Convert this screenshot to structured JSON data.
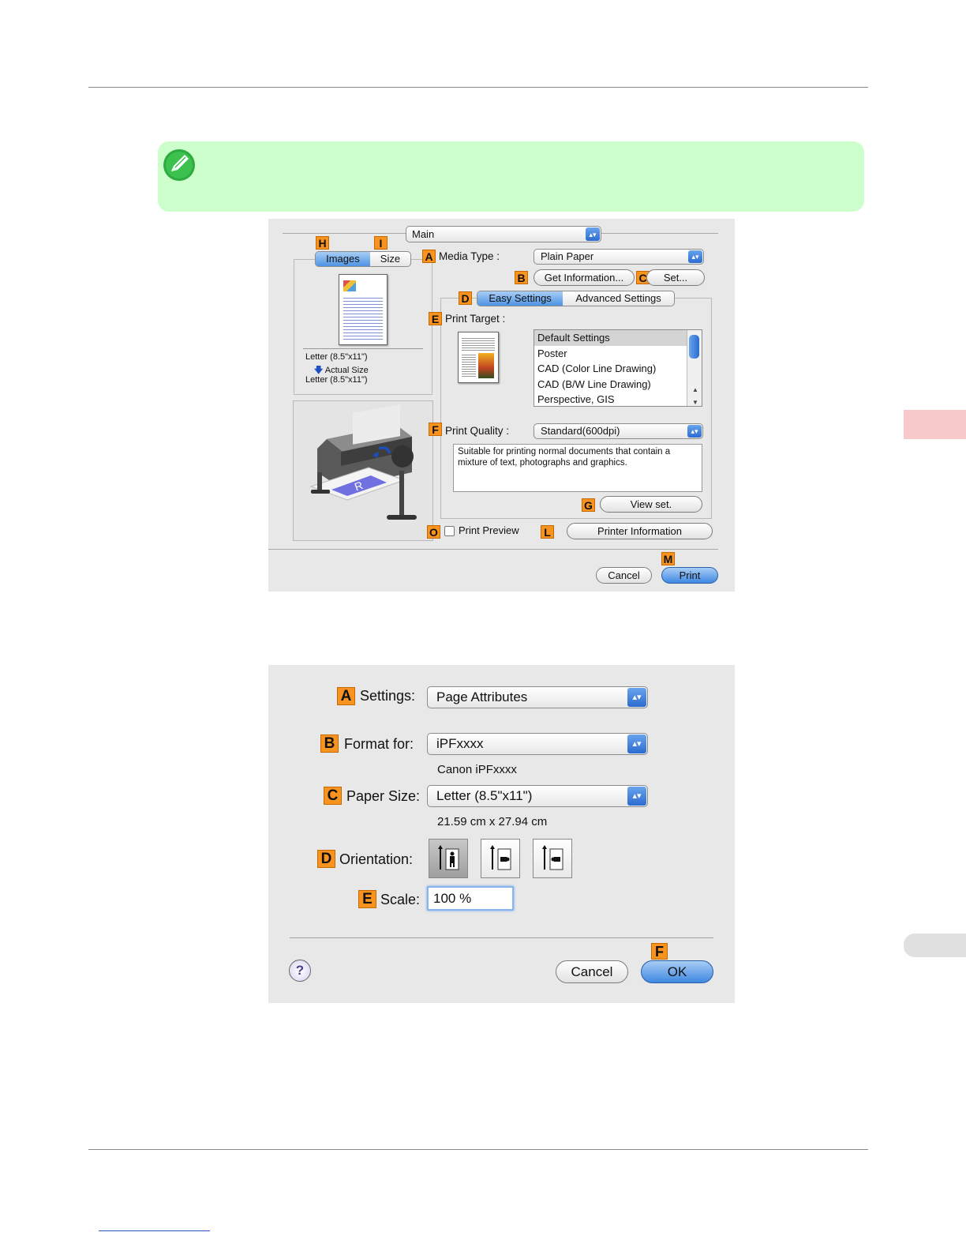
{
  "dialog1": {
    "labels": {
      "A": "A",
      "B": "B",
      "C": "C",
      "D": "D",
      "E": "E",
      "F": "F",
      "G": "G",
      "H": "H",
      "I": "I",
      "L": "L",
      "M": "M",
      "O": "O"
    },
    "panel_popup": "Main",
    "preview_tabs": [
      "Images",
      "Size"
    ],
    "preview_size_top": "Letter (8.5\"x11\")",
    "preview_scale": "Actual Size",
    "preview_size_bottom": "Letter (8.5\"x11\")",
    "media_type_label": "Media Type :",
    "media_type_value": "Plain Paper",
    "get_information_button": "Get Information...",
    "set_button": "Set...",
    "settings_tabs": [
      "Easy Settings",
      "Advanced Settings"
    ],
    "print_target_label": "Print Target :",
    "print_target_items": [
      "Default Settings",
      "Poster",
      "CAD (Color Line Drawing)",
      "CAD (B/W Line Drawing)",
      "Perspective, GIS"
    ],
    "print_quality_label": "Print Quality :",
    "print_quality_value": "Standard(600dpi)",
    "quality_description": "Suitable for printing normal documents that contain a mixture of text, photographs and graphics.",
    "view_set_button": "View set.",
    "print_preview_label": "Print Preview",
    "printer_information_button": "Printer Information",
    "cancel_button": "Cancel",
    "print_button": "Print"
  },
  "dialog2": {
    "labels": {
      "A": "A",
      "B": "B",
      "C": "C",
      "D": "D",
      "E": "E",
      "F": "F"
    },
    "settings_label": "Settings:",
    "settings_value": "Page Attributes",
    "format_for_label": "Format for:",
    "format_for_value": "iPFxxxx",
    "format_for_sub": "Canon iPFxxxx",
    "paper_size_label": "Paper Size:",
    "paper_size_value": "Letter (8.5\"x11\")",
    "paper_size_sub": "21.59 cm x 27.94 cm",
    "orientation_label": "Orientation:",
    "scale_label": "Scale:",
    "scale_value": "100 %",
    "help_glyph": "?",
    "cancel_button": "Cancel",
    "ok_button": "OK"
  },
  "colors": {
    "note_bg": "#ccffcc",
    "callout": "#f7931e",
    "side_tab": "#f7c9c9",
    "accent_blue": "#3f88e1"
  },
  "icons": [
    "pencil-note-icon",
    "popup-arrows-icon",
    "printer-illustration",
    "portrait-icon",
    "landscape-icon",
    "reverse-landscape-icon",
    "help-icon"
  ]
}
